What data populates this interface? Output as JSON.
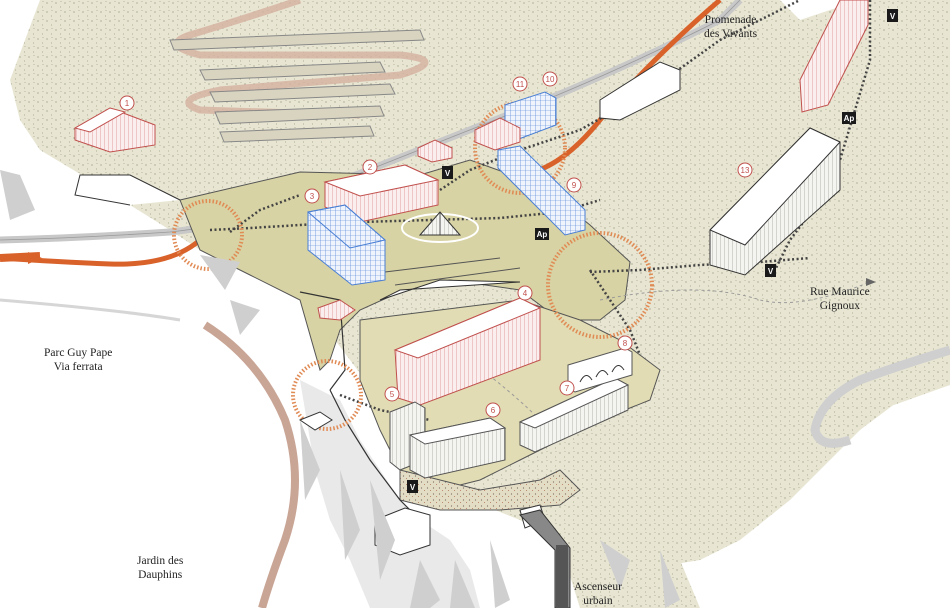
{
  "labels": {
    "promenade": [
      "Promenade",
      "des Vivants"
    ],
    "rue": [
      "Rue Maurice",
      "Gignoux"
    ],
    "parc": [
      "Parc Guy Pape",
      "Via ferrata"
    ],
    "jardin": [
      "Jardin des",
      "Dauphins"
    ],
    "ascenseur": [
      "Ascenseur",
      "urbain"
    ]
  },
  "building_numbers": [
    "1",
    "2",
    "3",
    "4",
    "5",
    "6",
    "7",
    "8",
    "9",
    "10",
    "11",
    "13"
  ],
  "markers": {
    "v": "V",
    "ap": "Ap"
  },
  "colors": {
    "terrain": "#e6e4cf",
    "terrace": "#d8d3a4",
    "path_orange": "#d9622b",
    "path_beige": "#c9a596",
    "road_grey": "#c8c8c8",
    "building_pink": "#c0504d",
    "building_blue": "#4a7fd4",
    "building_grey": "#555555",
    "focus_circle": "#e08a54",
    "marker_bg": "#1a1a1a"
  }
}
